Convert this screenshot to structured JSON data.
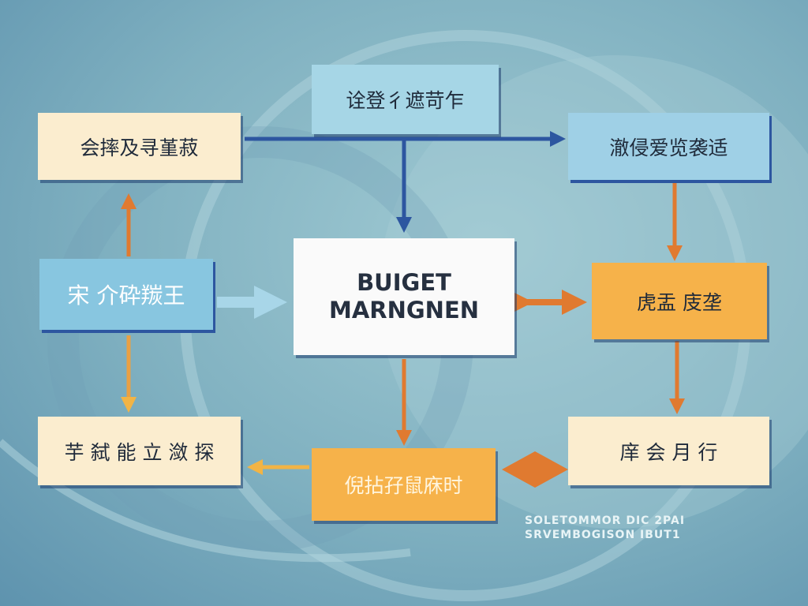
{
  "nodes": {
    "top_left": "会摔及寻堇菽",
    "top_center": "诠登彳遮苛乍",
    "top_right": "澈侵爱览袭适",
    "mid_left": "宋 介砕羰王",
    "center_line1": "BUIGET",
    "center_line2": "MARNGNEN",
    "mid_right": "虎盂 庋垄",
    "bottom_left": "芋 弑 能 立 潋 探",
    "bottom_center": "倪拈孖鼠庥时",
    "bottom_right": "庠 会 月 行"
  },
  "footer": {
    "line1": "SOLETOMMOR DIC 2PAI",
    "line2": "SRVEMBOGISON IBUT1"
  },
  "colors": {
    "blue_arrow": "#2d56a0",
    "orange_arrow": "#e07a30",
    "yellow_arrow": "#f2b445"
  }
}
